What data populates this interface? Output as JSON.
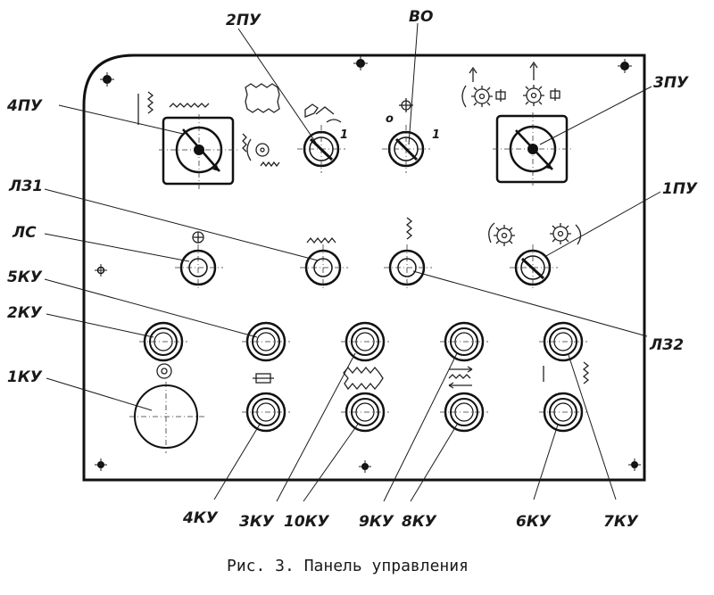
{
  "caption": "Рис. 3. Панель управления",
  "labels": {
    "l_4pu": "4ПУ",
    "l_2pu": "2ПУ",
    "l_vo": "ВО",
    "l_3pu": "3ПУ",
    "l_lz1": "ЛЗ1",
    "l_1pu": "1ПУ",
    "l_ls": "ЛС",
    "l_5ku": "5КУ",
    "l_2ku": "2КУ",
    "l_1ku": "1КУ",
    "l_lz2": "ЛЗ2",
    "l_4ku": "4КУ",
    "l_3ku": "3КУ",
    "l_10ku": "10КУ",
    "l_9ku": "9КУ",
    "l_8ku": "8КУ",
    "l_6ku": "6КУ",
    "l_7ku": "7КУ",
    "mark_1a": "1",
    "mark_1b": "1",
    "mark_o": "о"
  }
}
